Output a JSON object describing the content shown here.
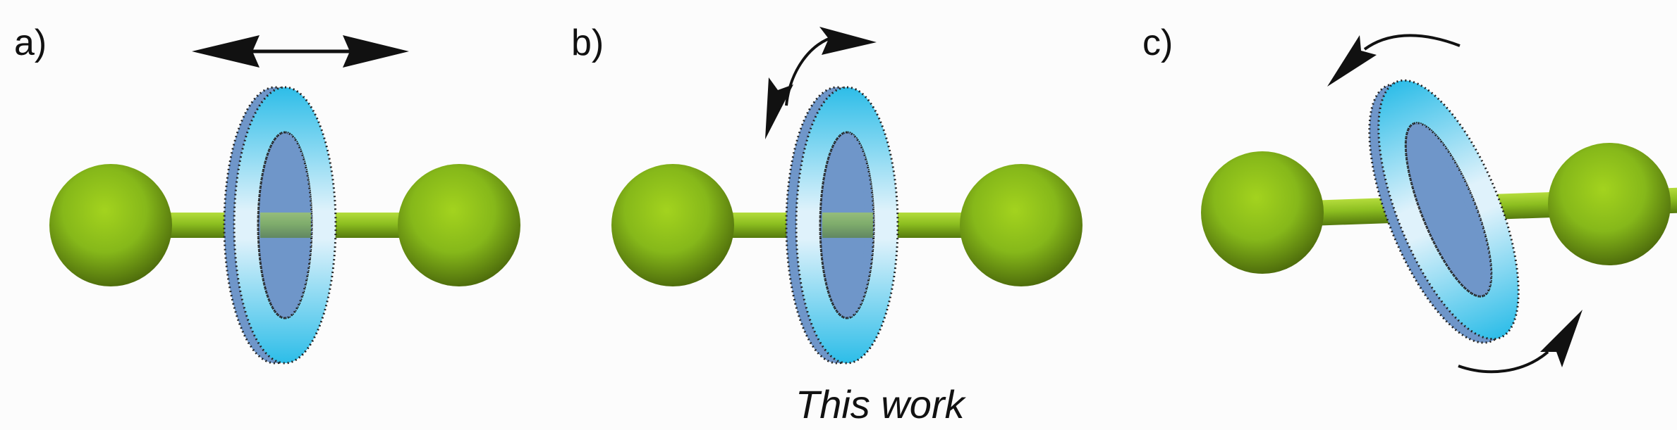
{
  "panels": [
    {
      "label": "a)"
    },
    {
      "label": "b)"
    },
    {
      "label": "c)"
    }
  ],
  "caption": "This work",
  "colors": {
    "axle": "#7fb51f",
    "stopper": "#8fc21f",
    "ring_inner": "#e2f3fb",
    "ring_outer": "#33c0e8",
    "ring_edge": "#6e95c9",
    "arrow": "#111111"
  }
}
